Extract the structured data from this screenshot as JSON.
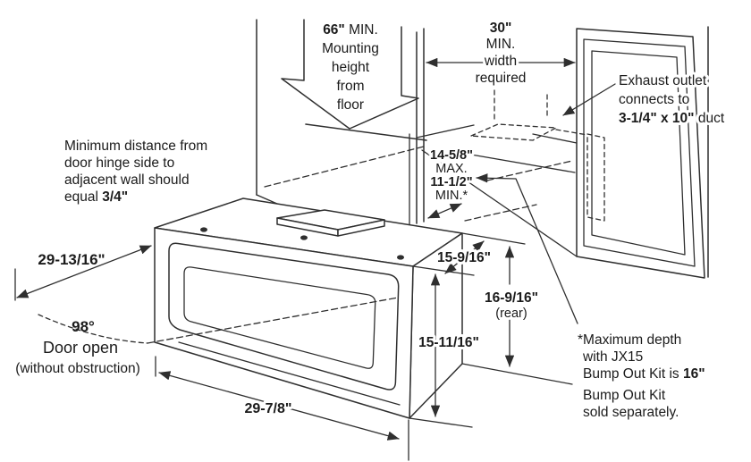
{
  "colors": {
    "line": "#2f2f2f",
    "text": "#1b1b1b",
    "background": "#ffffff"
  },
  "notes": {
    "min_distance": {
      "line1": "Minimum distance from",
      "line2": "door hinge side to",
      "line3": "adjacent wall should",
      "line4_prefix": "equal ",
      "line4_value": "3/4\""
    },
    "exhaust": {
      "line1": "Exhaust outlet",
      "line2": "connects to",
      "duct_value": "3-1/4\" x 10\"",
      "duct_suffix": " duct"
    },
    "max_depth": {
      "line1": "*Maximum depth",
      "line2": "with JX15",
      "line3_prefix": "Bump Out Kit is ",
      "line3_value": "16\"",
      "line4": "Bump Out Kit",
      "line5": "sold separately."
    }
  },
  "dimensions": {
    "mounting_height": {
      "value": "66\"",
      "suffix": " MIN.",
      "line2": "Mounting",
      "line3": "height",
      "line4": "from",
      "line5": "floor"
    },
    "width_required": {
      "value": "30\"",
      "line2": "MIN.",
      "line3": "width",
      "line4": "required"
    },
    "cabinet_depth": {
      "max_value": "14-5/8\"",
      "max_label": "MAX.",
      "min_value": "11-1/2\"",
      "min_label": "MIN.*"
    },
    "door_projection": "29-13/16\"",
    "door_angle": "98°",
    "door_open_line1": "Door open",
    "door_open_line2": "(without obstruction)",
    "body_width": "29-7/8\"",
    "front_height": "15-11/16\"",
    "top_depth": "15-9/16\"",
    "rear_height": "16-9/16\"",
    "rear_label": "(rear)"
  }
}
